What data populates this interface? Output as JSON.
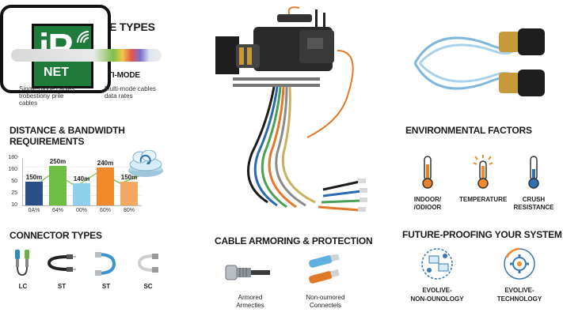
{
  "logo": {
    "mark": "iP",
    "sub": "NET"
  },
  "fiber_types": {
    "title_fragment": "E TYPES",
    "single_mode_note": "Single-mode cables\ntrobestiony prile\ncables",
    "multi_mode_title_fragment": "TI-MODE",
    "multi_mode_note": "Multi-mode cables\ndata rates"
  },
  "distance": {
    "title_line1": "DISTANCE & BANDWIDTH",
    "title_line2": "REQUIREMENTS"
  },
  "chart_data": {
    "type": "bar",
    "title": "",
    "y_tick_labels": [
      "10",
      "25",
      "50",
      "160",
      "180"
    ],
    "categories": [
      "0A%",
      "64%",
      "00%",
      "60%",
      "80%"
    ],
    "values": [
      150,
      250,
      140,
      240,
      150
    ],
    "value_labels": [
      "150m",
      "250m",
      "140m",
      "240m",
      "150m"
    ],
    "colors": [
      "#2b4f86",
      "#6fbe44",
      "#8fd0ea",
      "#f08a2c",
      "#f3a863"
    ],
    "ylim": [
      0,
      300
    ],
    "grid": true
  },
  "connectors": {
    "title": "CONNECTOR TYPES",
    "items": [
      {
        "label": "LC",
        "icon": "lc-connector-icon"
      },
      {
        "label": "ST",
        "icon": "st-connector-icon"
      },
      {
        "label": "ST",
        "icon": "st-blue-connector-icon"
      },
      {
        "label": "SC",
        "icon": "sc-connector-icon"
      }
    ]
  },
  "armoring": {
    "title": "CABLE ARMORING & PROTECTION",
    "items": [
      {
        "label": "Armored\nArmecties",
        "icon": "armored-connector-icon"
      },
      {
        "label": "Non-oumored\nConnectels",
        "icon": "non-armored-connector-icon"
      }
    ]
  },
  "environment": {
    "title": "ENVIRONMENTAL FACTORS",
    "items": [
      {
        "label": "INDOOR/\n/ODIOOR",
        "icon": "thermometer-orange-icon",
        "color": "#e8822a"
      },
      {
        "label": "TEMPERATURE",
        "icon": "thermometer-sun-icon",
        "color": "#f08a2c"
      },
      {
        "label": "CRUSH\nRESISTANCE",
        "icon": "thermometer-blue-icon",
        "color": "#2f6fb3"
      }
    ]
  },
  "future": {
    "title": "FUTURE-PROOFING YOUR SYSTEM",
    "items": [
      {
        "label": "EVOLIVE-\nNON-OUNOLOGY",
        "icon": "network-evolve-icon"
      },
      {
        "label": "EVOLIVE-\nTECHNOLOGY",
        "icon": "gear-evolve-icon"
      }
    ]
  }
}
